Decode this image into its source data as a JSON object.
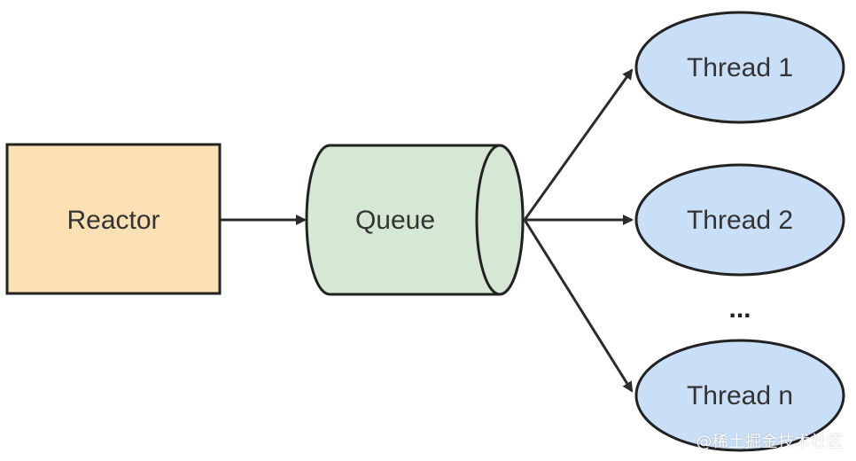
{
  "nodes": {
    "reactor": {
      "label": "Reactor",
      "fill": "#fbe0b4",
      "stroke": "#222222"
    },
    "queue": {
      "label": "Queue",
      "fill": "#d5e8d4",
      "stroke": "#222222"
    },
    "thread_1": {
      "label": "Thread 1",
      "fill": "#c9dff8",
      "stroke": "#222222"
    },
    "thread_2": {
      "label": "Thread 2",
      "fill": "#c9dff8",
      "stroke": "#222222"
    },
    "thread_n": {
      "label": "Thread n",
      "fill": "#c9dff8",
      "stroke": "#222222"
    }
  },
  "ellipsis": "...",
  "edges": [
    {
      "from": "Reactor",
      "to": "Queue"
    },
    {
      "from": "Queue",
      "to": "Thread 1"
    },
    {
      "from": "Queue",
      "to": "Thread 2"
    },
    {
      "from": "Queue",
      "to": "Thread n"
    }
  ],
  "watermark": "@稀土掘金技术社区",
  "colors": {
    "arrow": "#2b2b2b"
  }
}
